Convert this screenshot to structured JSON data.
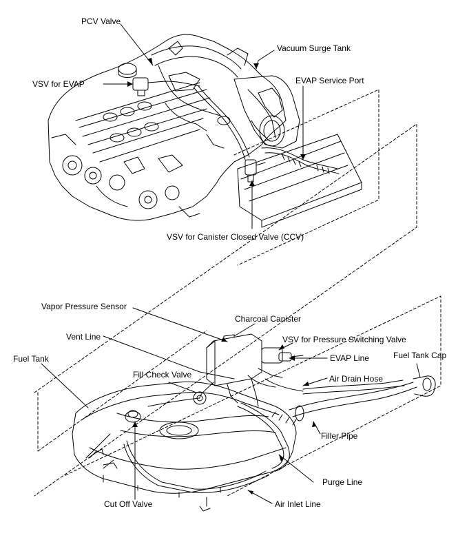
{
  "labels": {
    "pcv_valve": "PCV Valve",
    "vacuum_surge_tank": "Vacuum Surge Tank",
    "vsv_evap": "VSV for EVAP",
    "evap_service_port": "EVAP Service Port",
    "vsv_ccv": "VSV for Canister Closed Valve (CCV)",
    "vapor_pressure_sensor": "Vapor Pressure Sensor",
    "charcoal_canister": "Charcoal Canister",
    "vent_line": "Vent Line",
    "vsv_pressure_switching": "VSV for Pressure Switching Valve",
    "fuel_tank": "Fuel Tank",
    "fuel_tank_cap": "Fuel Tank Cap",
    "evap_line": "EVAP Line",
    "fill_check_valve": "Fill Check Valve",
    "air_drain_hose": "Air Drain Hose",
    "filler_pipe": "Filler Pipe",
    "purge_line": "Purge Line",
    "cut_off_valve": "Cut Off Valve",
    "air_inlet_line": "Air Inlet Line"
  },
  "colors": {
    "ink": "#000000",
    "paper": "#ffffff"
  }
}
